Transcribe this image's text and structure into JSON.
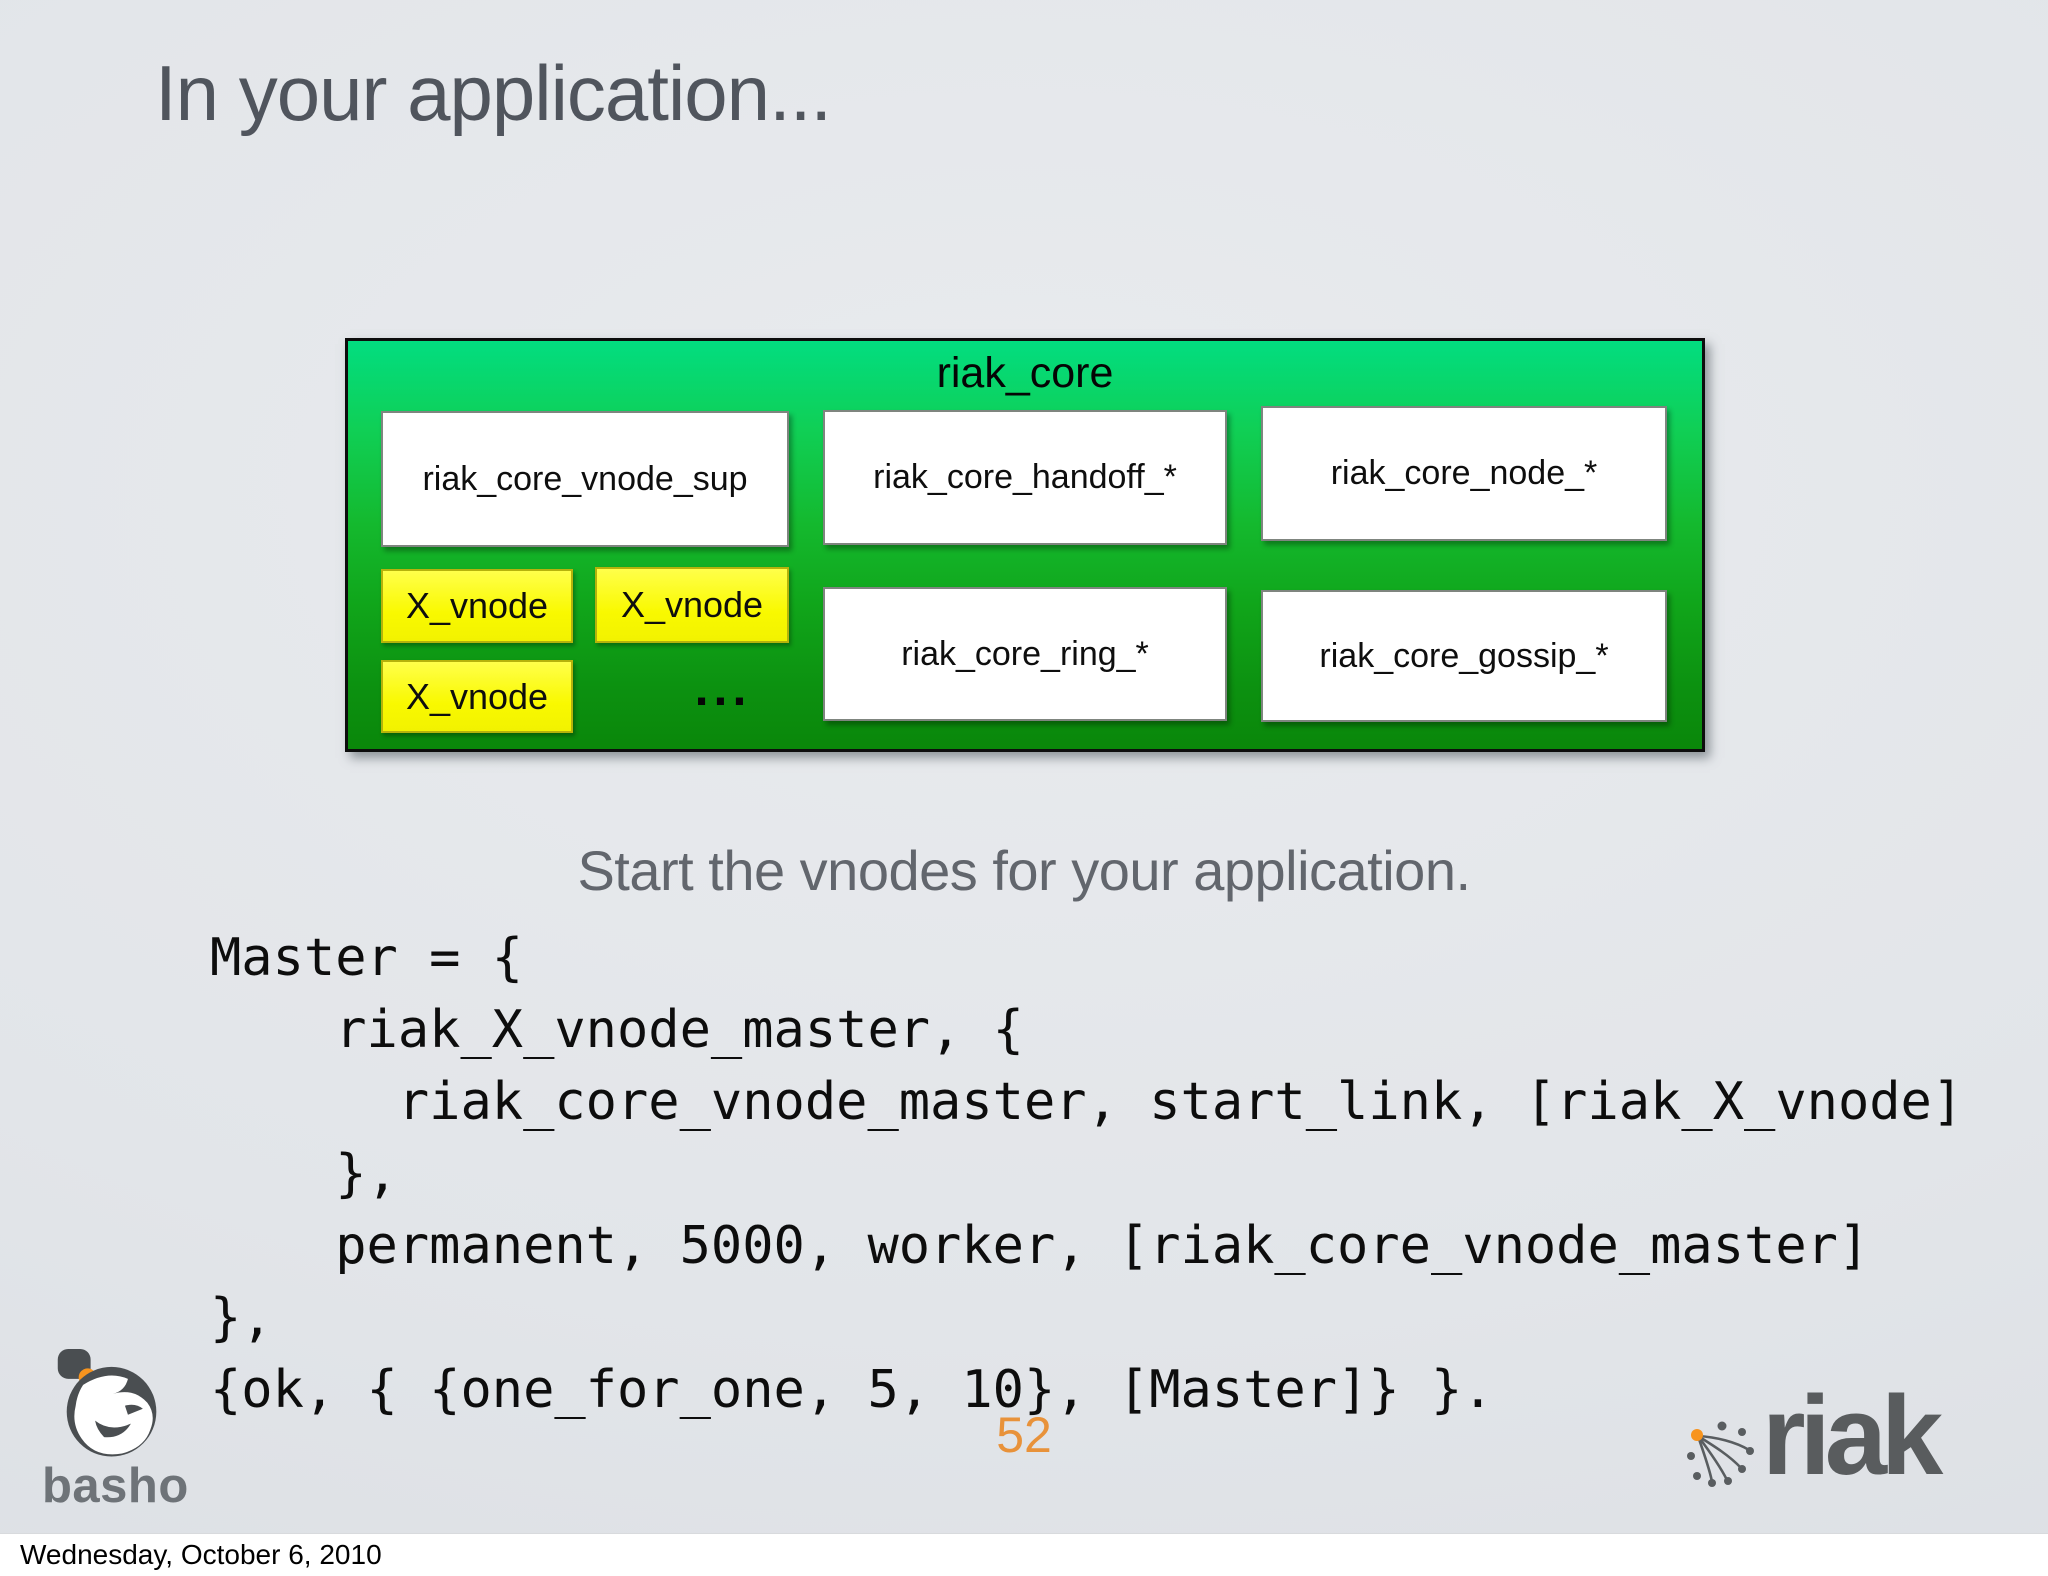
{
  "slide": {
    "title": "In your application...",
    "subtitle": "Start the vnodes for your application.",
    "page_number": "52",
    "footer": {
      "date": "Wednesday, October 6, 2010"
    }
  },
  "diagram": {
    "label": "riak_core",
    "modules_row1": [
      "riak_core_vnode_sup",
      "riak_core_handoff_*",
      "riak_core_node_*"
    ],
    "modules_row2": [
      "riak_core_ring_*",
      "riak_core_gossip_*"
    ],
    "vnode_boxes": [
      "X_vnode",
      "X_vnode",
      "X_vnode"
    ],
    "ellipsis": "...",
    "colors": {
      "container_green_top": "#02dd80",
      "container_green_bottom": "#0a870a",
      "vnode_yellow": "#ffff00"
    }
  },
  "code": {
    "text": "Master = {\n    riak_X_vnode_master, {\n      riak_core_vnode_master, start_link, [riak_X_vnode]\n    },\n    permanent, 5000, worker, [riak_core_vnode_master]\n},\n{ok, { {one_for_one, 5, 10}, [Master]} }."
  },
  "branding": {
    "basho_wordmark": "basho",
    "riak_wordmark": "riak",
    "accent_orange": "#f7941e",
    "page_number_orange": "#e8923a"
  }
}
